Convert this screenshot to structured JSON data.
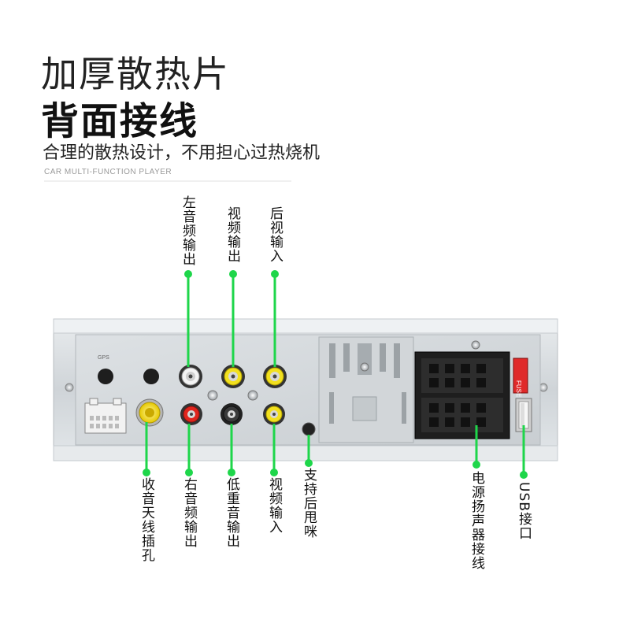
{
  "header": {
    "title_line1": "加厚散热片",
    "title_line2": "背面接线",
    "subtitle": "合理的散热设计，不用担心过热烧机",
    "tagline": "CAR MULTI-FUNCTION PLAYER"
  },
  "panel": {
    "gps_label": "GPS",
    "fuse_label": "FUSE"
  },
  "labels_top": [
    {
      "id": "left-audio-out",
      "text": "左音频输出"
    },
    {
      "id": "video-out",
      "text": "视频输出"
    },
    {
      "id": "rear-view-in",
      "text": "后视输入"
    }
  ],
  "labels_bottom": [
    {
      "id": "radio-antenna",
      "text": "收音天线插孔"
    },
    {
      "id": "right-audio-out",
      "text": "右音频输出"
    },
    {
      "id": "subwoofer-out",
      "text": "低重音输出"
    },
    {
      "id": "video-in",
      "text": "视频输入"
    },
    {
      "id": "rear-mic",
      "text": "支持后甩咪"
    },
    {
      "id": "power-speaker",
      "text": "电源扬声器接线"
    },
    {
      "id": "usb-port",
      "text": "USB接口"
    }
  ],
  "colors": {
    "callout_green": "#1ed64a",
    "panel_gray": "#d9dde0",
    "rca_yellow": "#f2e01e",
    "rca_red": "#e0251d",
    "rca_white": "#f4f4f4",
    "rca_black": "#2a2a2a"
  }
}
